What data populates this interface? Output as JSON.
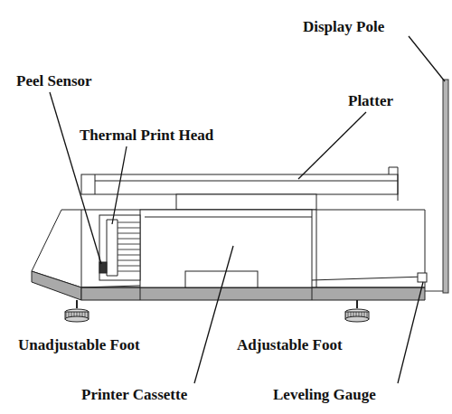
{
  "diagram": {
    "labels": [
      "Display Pole",
      "Peel Sensor",
      "Platter",
      "Thermal Print Head",
      "Unadjustable Foot",
      "Adjustable Foot",
      "Printer Cassette",
      "Leveling Gauge"
    ]
  }
}
